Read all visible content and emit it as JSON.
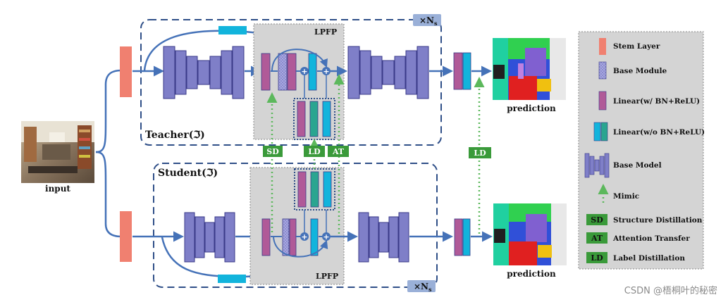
{
  "teacher": {
    "label": "Teacher(ℑ)",
    "repeat": "×N",
    "repeat_sub": "s"
  },
  "student": {
    "label": "Student(ℑ)",
    "repeat": "×N",
    "repeat_sub": "s"
  },
  "lpfp_label": "LPFP",
  "input_label": "input",
  "prediction_label": "prediction",
  "badges": {
    "sd": "SD",
    "ld": "LD",
    "at": "AT"
  },
  "legend": {
    "stem": "Stem Layer",
    "base_module": "Base Module",
    "linear_bn": "Linear(w/ BN+ReLU)",
    "linear_nobn": "Linear(w/o BN+ReLU)",
    "base_model": "Base Model",
    "mimic": "Mimic",
    "sd": "Structure Distillation",
    "at": "Attention Transfer",
    "ld": "Label Distillation"
  },
  "watermark": "CSDN @梧桐叶的秘密",
  "colors": {
    "stem": "#f08070",
    "base_model": "#7f7fc8",
    "linear_bn": "#b05a98",
    "linear_nobn": "#12b4dc",
    "teal": "#2aa590",
    "badge": "#3a9a3a",
    "mimic": "#5cb85c",
    "arrow": "#4572b8",
    "lpfp_bg": "#d4d4d4",
    "xn_bg": "#9ab0d8"
  }
}
